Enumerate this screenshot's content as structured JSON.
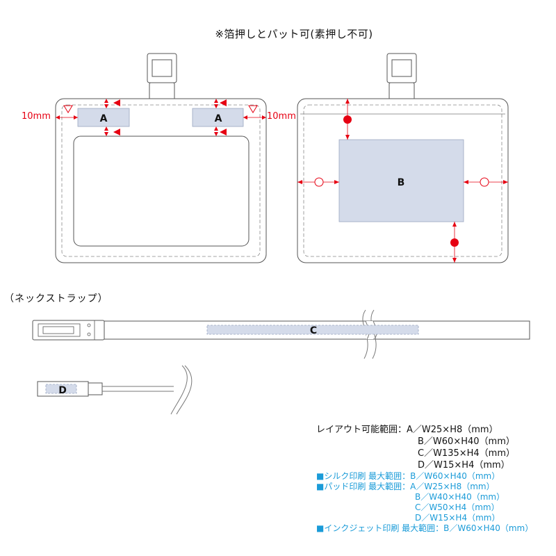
{
  "title": "※箔押しとパット可(素押し不可)",
  "dimensions": {
    "left": "10mm",
    "right": "10mm"
  },
  "areas": {
    "a1": "A",
    "a2": "A",
    "b": "B",
    "c": "C",
    "d": "D"
  },
  "strap_label": "（ネックストラップ）",
  "spec": {
    "heading": "レイアウト可能範囲：",
    "lines": [
      "A／W25×H8（mm）",
      "B／W60×H40（mm）",
      "C／W135×H4（mm）",
      "D／W15×H4（mm）"
    ],
    "silk": "■シルク印刷 最大範囲：B／W60×H40（mm）",
    "pad_heading": "■パッド印刷 最大範囲：",
    "pad_lines": [
      "A／W25×H8（mm）",
      "B／W40×H40（mm）",
      "C／W50×H4（mm）",
      "D／W15×H4（mm）"
    ],
    "inkjet": "■インクジェット印刷 最大範囲：B／W60×H40（mm）"
  },
  "colors": {
    "accent_red": "#e60012",
    "area_fill": "#d4dbea",
    "outline": "#555555",
    "spec_blue": "#1a9bd8"
  }
}
